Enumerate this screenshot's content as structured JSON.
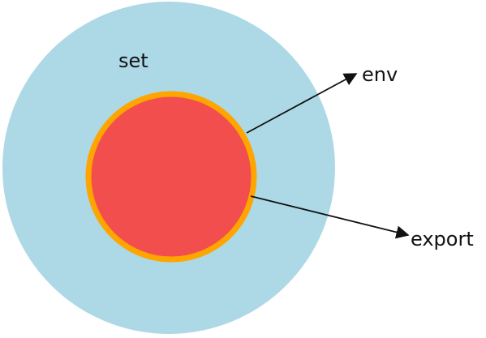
{
  "diagram": {
    "outer_label": "set",
    "arrow_labels": {
      "env": "env",
      "export": "export"
    },
    "colors": {
      "outer_fill": "#ADD8E6",
      "inner_fill": "#F24E4E",
      "inner_border": "#FFA500",
      "arrow": "#111111",
      "text": "#111111",
      "background": "#FFFFFF"
    }
  }
}
